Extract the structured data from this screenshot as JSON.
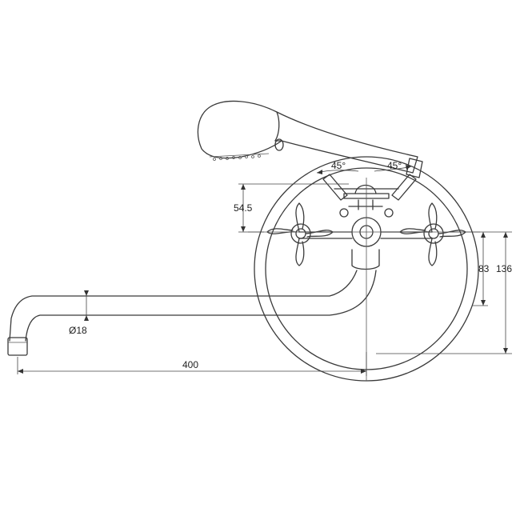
{
  "labels": {
    "angle_left": "45°",
    "angle_right": "45°",
    "height_mount": "54.5",
    "diameter": "Ø18",
    "length": "400",
    "height_small": "83",
    "height_total": "136"
  }
}
